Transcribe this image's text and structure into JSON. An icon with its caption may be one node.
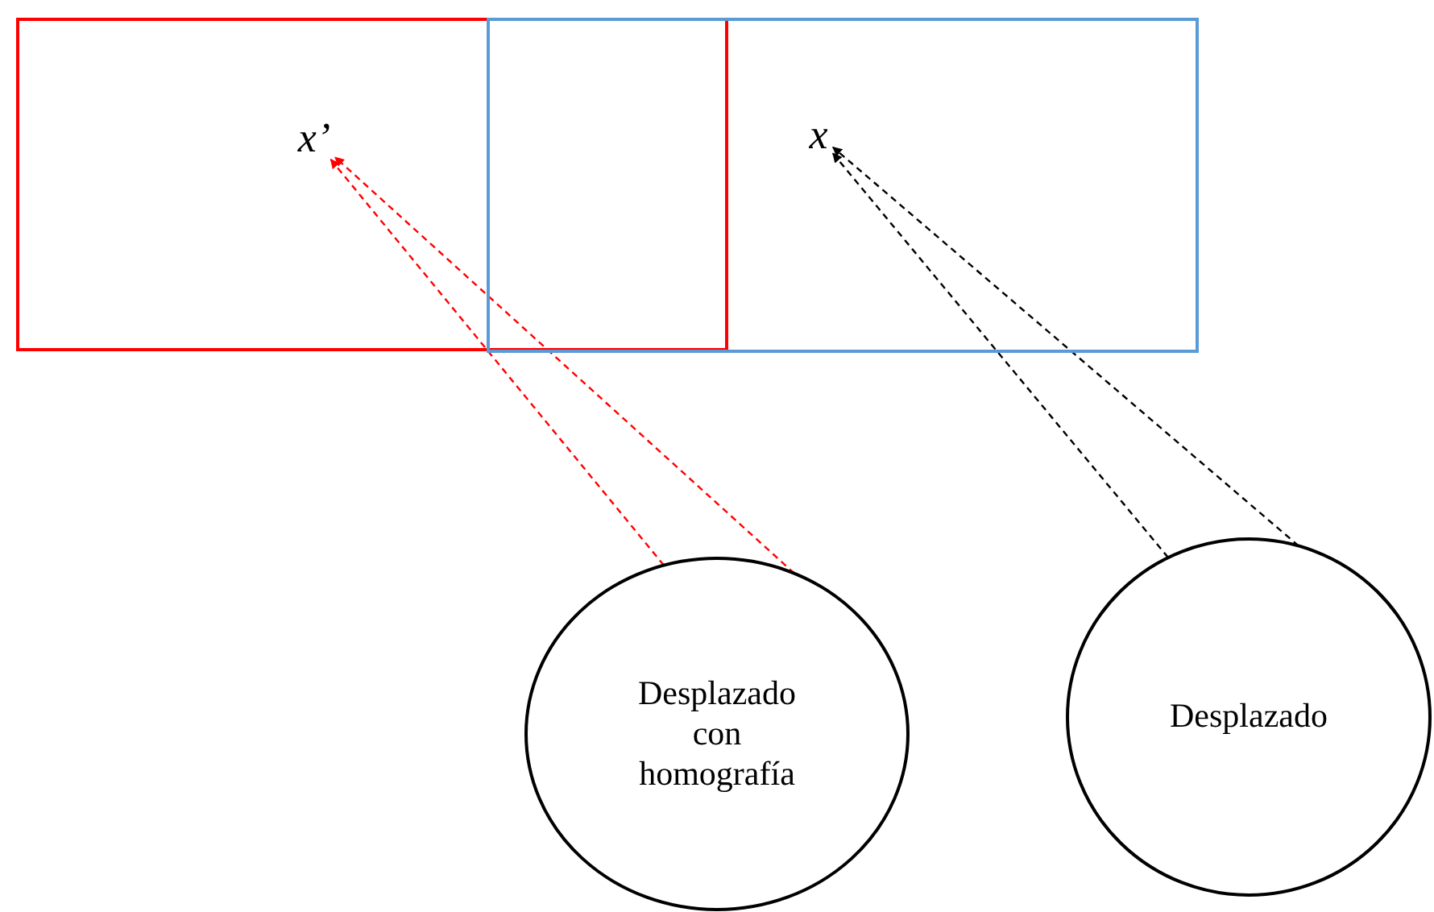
{
  "diagram": {
    "nodes": [
      {
        "text": [],
        "shape": "box"
      },
      {
        "text": [],
        "shape": "box"
      },
      {
        "text": [
          "x’"
        ],
        "in": 0
      },
      {
        "text": [
          "x"
        ],
        "in": 1
      },
      {
        "text": [
          "Desplazado con homografía"
        ]
      },
      {
        "text": [
          "Desplazado"
        ]
      }
    ],
    "edges": [
      {
        "from": 4,
        "to": 2,
        "arrow": "to",
        "style": "dashed",
        "color": "#ff0000"
      },
      {
        "from": 4,
        "to": 2,
        "arrow": "to",
        "style": "dashed",
        "color": "#ff0000"
      },
      {
        "from": 5,
        "to": 3,
        "arrow": "to",
        "style": "dashed",
        "color": "#000000"
      },
      {
        "from": 5,
        "to": 3,
        "arrow": "to",
        "style": "dashed",
        "color": "#000000"
      }
    ]
  }
}
